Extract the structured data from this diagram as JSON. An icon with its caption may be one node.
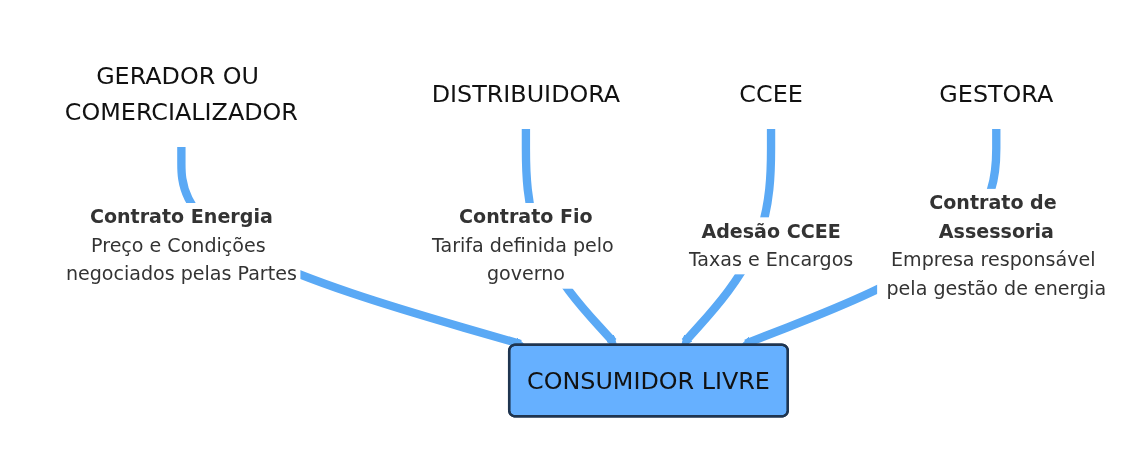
{
  "diagram": {
    "nodes": [
      {
        "text": [
          "GERADOR OU COMERCIALIZADOR"
        ]
      },
      {
        "text": [
          "DISTRIBUIDORA"
        ]
      },
      {
        "text": [
          "CCEE"
        ]
      },
      {
        "text": [
          "GESTORA"
        ]
      },
      {
        "text": [
          "CONSUMIDOR LIVRE"
        ]
      }
    ],
    "edges": [
      {
        "from": 0,
        "to": 4,
        "arrow": "to",
        "label": "**Contrato Energia** Preço e Condições negociados pelas Partes"
      },
      {
        "from": 1,
        "to": 4,
        "arrow": "to",
        "label": "**Contrato Fio** Tarifa definida pelo governo"
      },
      {
        "from": 2,
        "to": 4,
        "arrow": "to",
        "label": "**Adesão CCEE** Taxas e Encargos"
      },
      {
        "from": 3,
        "to": 4,
        "arrow": "to",
        "label": "**Contrato de Assessoria** Empresa responsável pela gestão de energia"
      }
    ]
  }
}
